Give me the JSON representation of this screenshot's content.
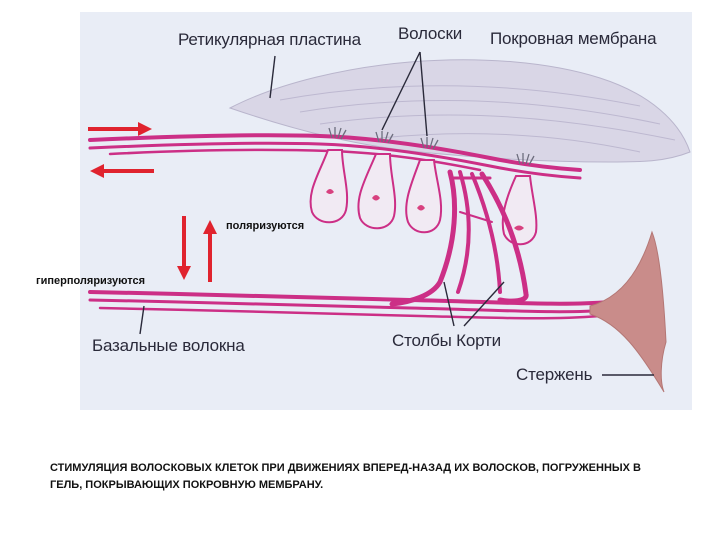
{
  "labels": {
    "reticular_plate": "Ретикулярная пластина",
    "hairs": "Волоски",
    "tectorial_membrane": "Покровная мембрана",
    "polarize": "поляризуются",
    "hyperpolarize": "гиперполяризуются",
    "basal_fibers": "Базальные волокна",
    "corti_pillars": "Столбы Корти",
    "rod": "Стержень"
  },
  "caption": "СТИМУЛЯЦИЯ ВОЛОСКОВЫХ КЛЕТОК ПРИ ДВИЖЕНИЯХ ВПЕРЕД-НАЗАД ИХ ВОЛОСКОВ, ПОГРУЖЕННЫХ В ГЕЛЬ, ПОКРЫВАЮЩИХ ПОКРОВНУЮ МЕМБРАНУ.",
  "colors": {
    "background_panel": "#e9edf6",
    "membrane": "#d9d6e6",
    "fiber": "#cc2f86",
    "cell_fill": "#f1eaf3",
    "rod": "#c98c8a",
    "arrow": "#e0232e"
  }
}
